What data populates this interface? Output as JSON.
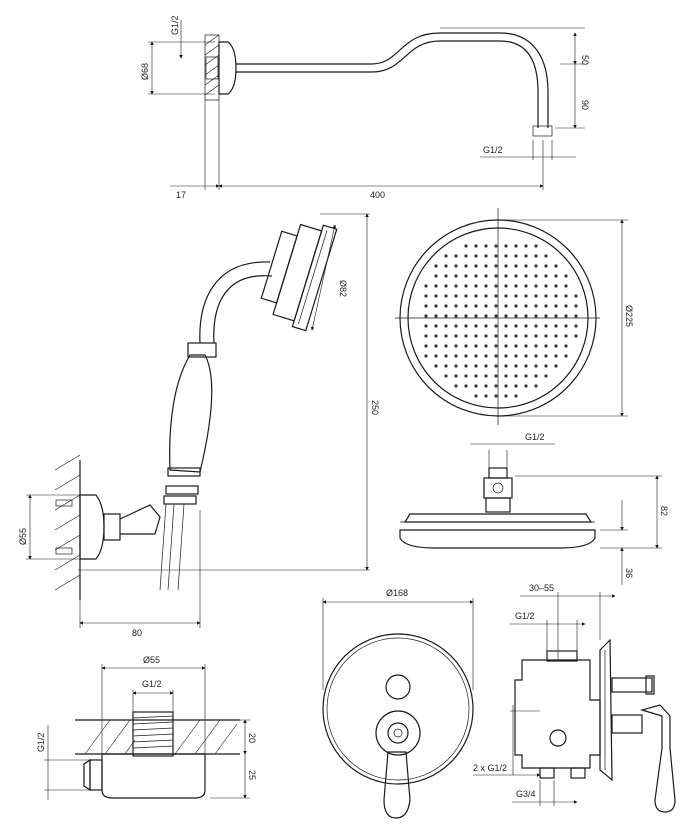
{
  "shower_arm": {
    "thread_top": "G1/2",
    "diameter": "Ø68",
    "height_top": "50",
    "height_drop": "90",
    "thread_outlet": "G1/2",
    "wall_offset": "17",
    "length": "400"
  },
  "hand_shower": {
    "head_diameter": "Ø82",
    "height": "250",
    "bracket_diameter": "Ø55",
    "projection": "80"
  },
  "overhead_shower": {
    "diameter": "Ø225",
    "thread": "G1/2",
    "height": "82",
    "rim_height": "36"
  },
  "wall_outlet": {
    "diameter": "Ø55",
    "thread_top": "G1/2",
    "thread_side": "G1/2",
    "depth_top": "20",
    "depth_bottom": "25"
  },
  "mixer_plate": {
    "diameter": "Ø168"
  },
  "mixer_body": {
    "adjust_range": "30–55",
    "thread_top": "G1/2",
    "thread_outlets": "2 x G1/2",
    "thread_inlet": "G3/4"
  }
}
